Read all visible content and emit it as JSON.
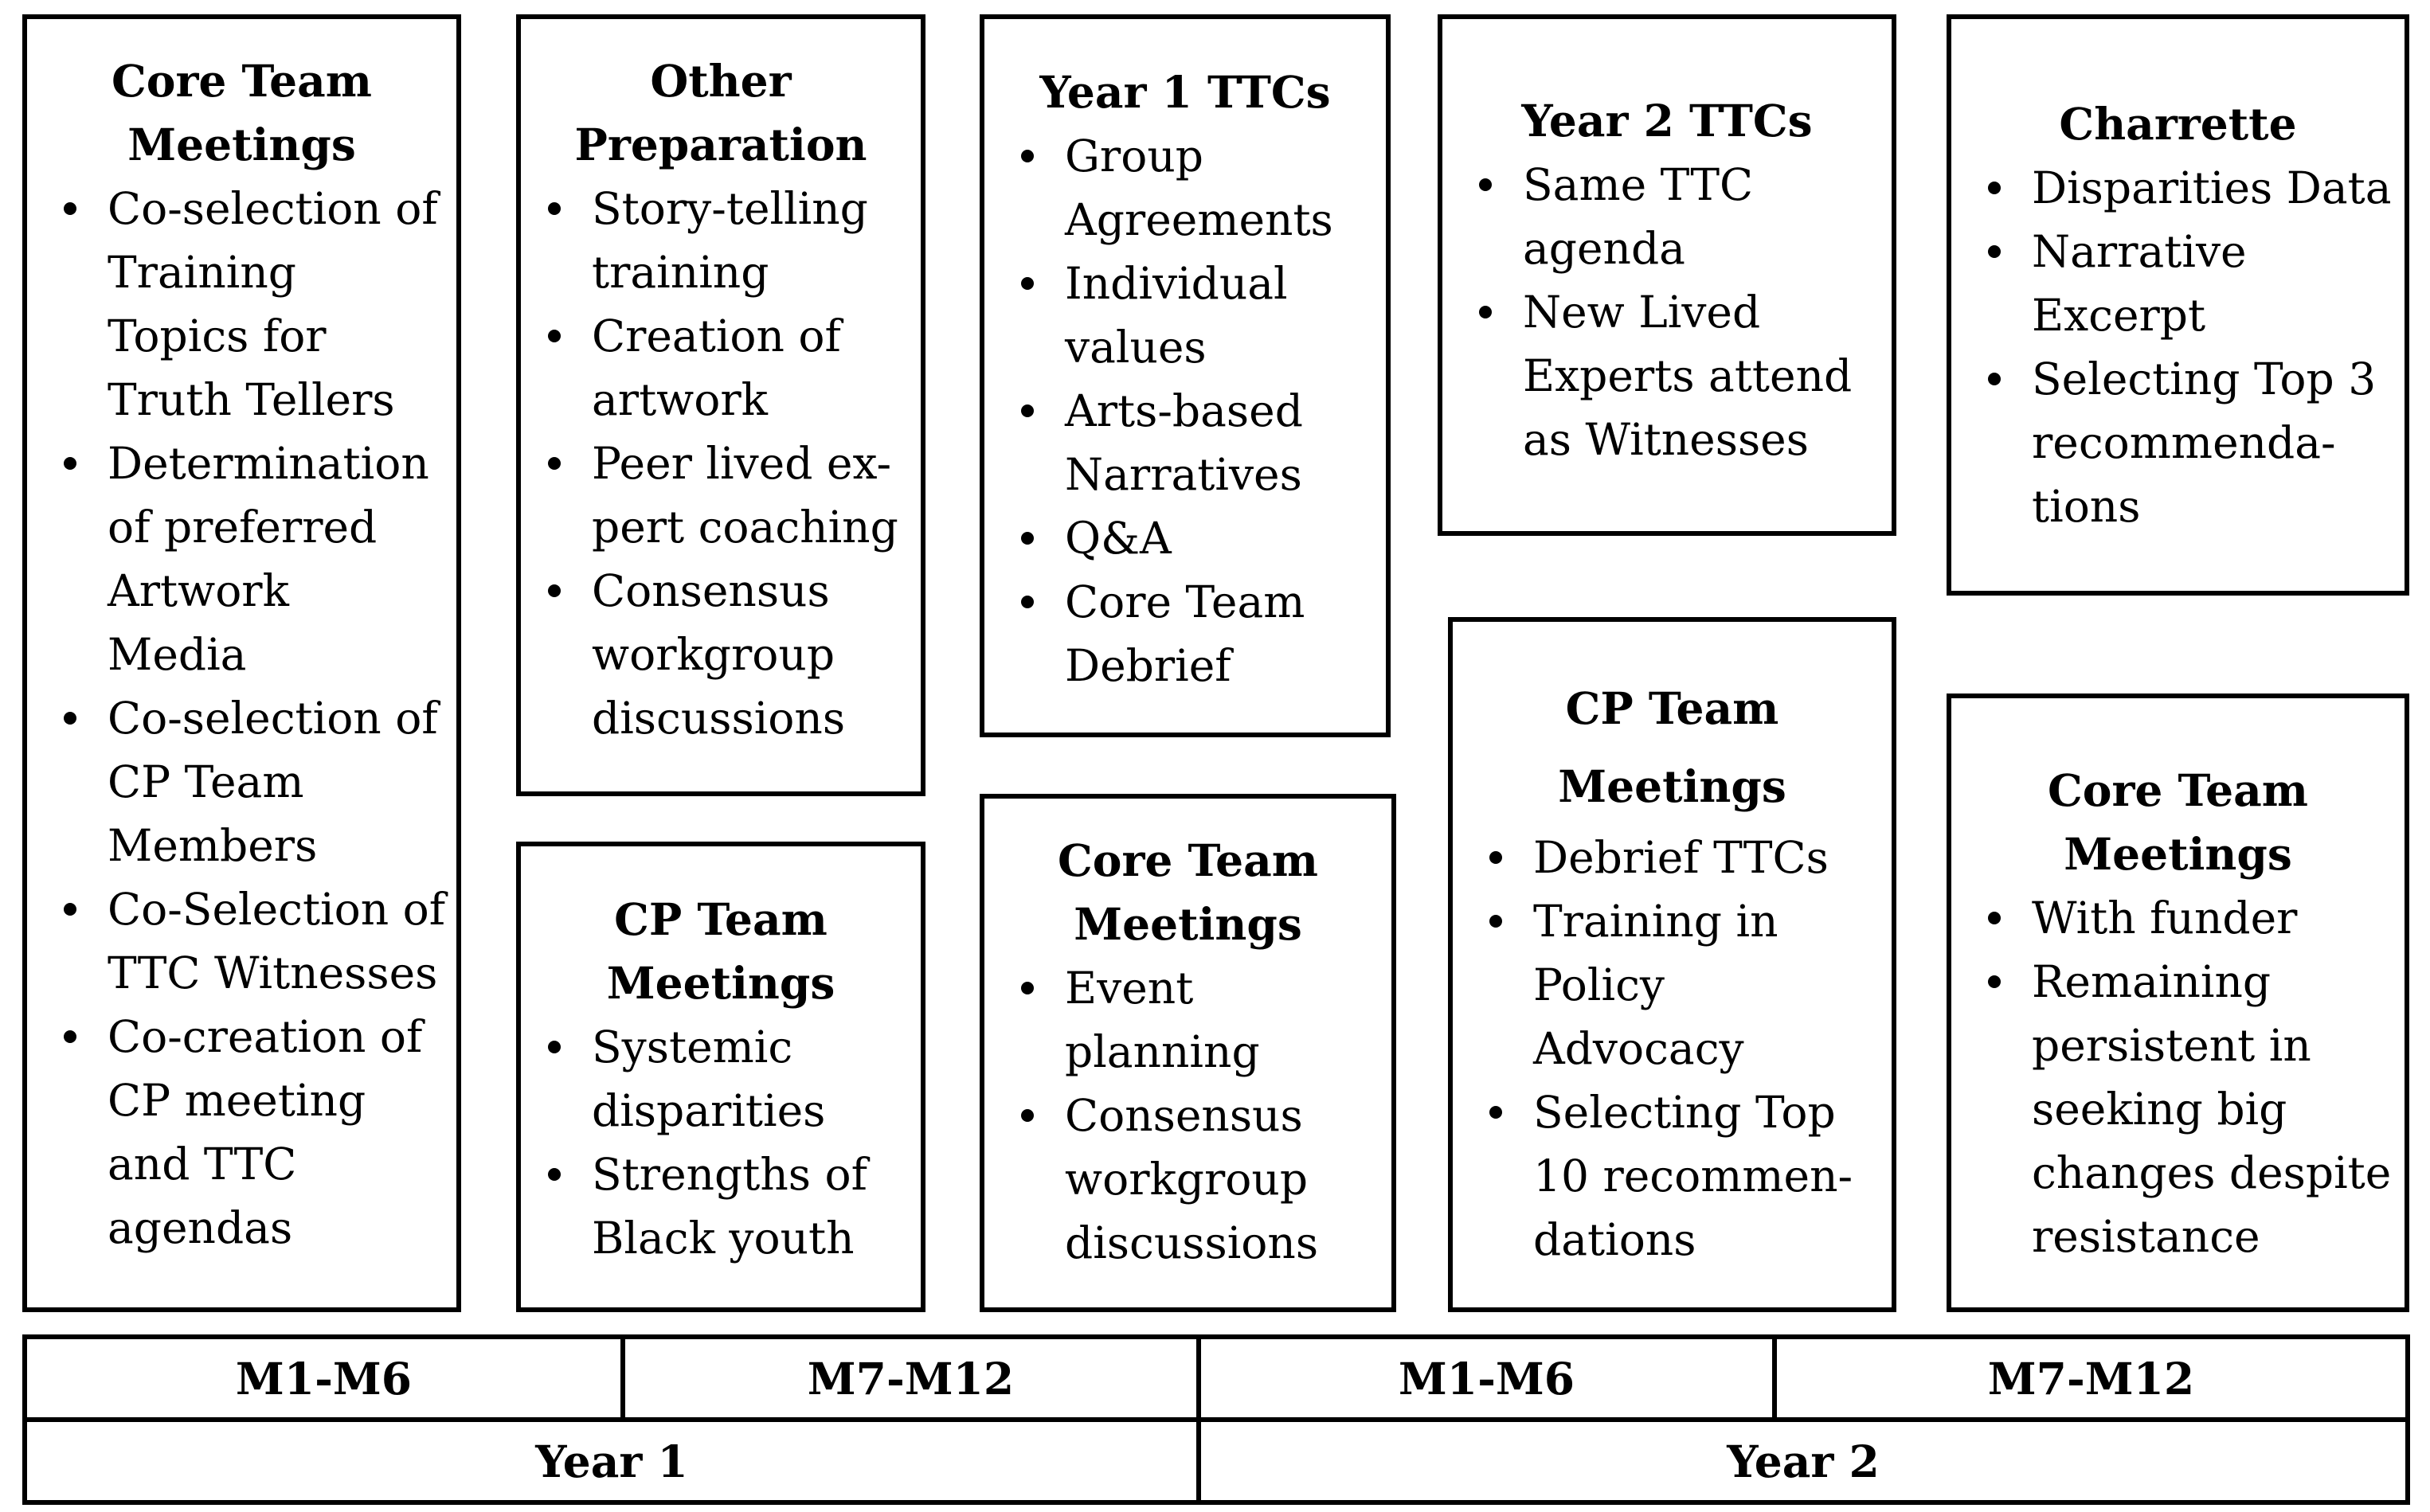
{
  "boxes": [
    {
      "title": [
        "Core Team",
        "Meetings"
      ],
      "items": [
        [
          "Co-selection of",
          "Training",
          "Topics for",
          "Truth Tellers"
        ],
        [
          "Determination",
          "of preferred",
          "Artwork",
          "Media"
        ],
        [
          "Co-selection of",
          "CP Team",
          "Members"
        ],
        [
          "Co-Selection of",
          "TTC Witnesses"
        ],
        [
          "Co-creation of",
          "CP meeting",
          "and TTC",
          "agendas"
        ]
      ]
    },
    {
      "title": [
        "Other",
        "Preparation"
      ],
      "items": [
        [
          "Story-telling",
          "training"
        ],
        [
          "Creation of",
          "artwork"
        ],
        [
          "Peer lived ex-",
          "pert coaching"
        ],
        [
          "Consensus",
          "workgroup",
          "discussions"
        ]
      ]
    },
    {
      "title": [
        "CP Team",
        "Meetings"
      ],
      "items": [
        [
          "Systemic",
          "disparities"
        ],
        [
          "Strengths of",
          "Black youth"
        ]
      ]
    },
    {
      "title": [
        "Year 1 TTCs"
      ],
      "items": [
        [
          "Group",
          "Agreements"
        ],
        [
          "Individual",
          "values"
        ],
        [
          "Arts-based",
          "Narratives"
        ],
        [
          "Q&A"
        ],
        [
          "Core Team",
          "Debrief"
        ]
      ]
    },
    {
      "title": [
        "Core Team",
        "Meetings"
      ],
      "items": [
        [
          "Event",
          "planning"
        ],
        [
          "Consensus",
          "workgroup",
          "discussions"
        ]
      ]
    },
    {
      "title": [
        "Year 2 TTCs"
      ],
      "items": [
        [
          "Same TTC",
          "agenda"
        ],
        [
          "New Lived",
          "Experts attend",
          "as Witnesses"
        ]
      ]
    },
    {
      "title": [
        "CP Team",
        "Meetings"
      ],
      "items": [
        [
          "Debrief TTCs"
        ],
        [
          "Training in",
          "Policy",
          "Advocacy"
        ],
        [
          "Selecting Top",
          "10 recommen-",
          "dations"
        ]
      ]
    },
    {
      "title": [
        "Charrette"
      ],
      "items": [
        [
          "Disparities Data"
        ],
        [
          "Narrative",
          "Excerpt"
        ],
        [
          "Selecting Top 3",
          "recommenda-",
          "tions"
        ]
      ]
    },
    {
      "title": [
        "Core Team",
        "Meetings"
      ],
      "items": [
        [
          "With funder"
        ],
        [
          "Remaining",
          "persistent in",
          "seeking big",
          "changes despite",
          "resistance"
        ]
      ]
    }
  ],
  "timeline": {
    "months": [
      "M1-M6",
      "M7-M12",
      "M1-M6",
      "M7-M12"
    ],
    "years": [
      "Year 1",
      "Year 2"
    ]
  }
}
